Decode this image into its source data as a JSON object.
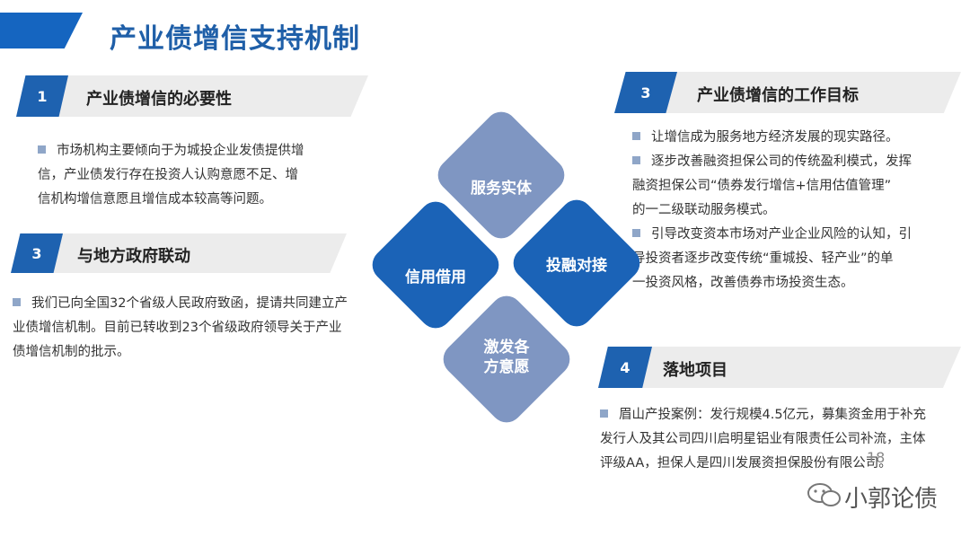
{
  "title": "产业债增信支持机制",
  "sections": [
    {
      "num": "1",
      "title": "产业债增信的必要性",
      "lines": [
        "市场机构主要倾向于为城投企业发债提供增",
        "信，产业债发行存在投资人认购意愿不足、增",
        "信机构增信意愿且增信成本较高等问题。"
      ]
    },
    {
      "num": "3",
      "title": "与地方政府联动",
      "lines": [
        "我们已向全国32个省级人民政府致函，提请共同建立产",
        "业债增信机制。目前已转收到23个省级政府领导关于产业",
        "债增信机制的批示。"
      ]
    },
    {
      "num": "3",
      "title": "产业债增信的工作目标",
      "bullets": [
        {
          "lines": [
            "让增信成为服务地方经济发展的现实路径。"
          ]
        },
        {
          "lines": [
            "逐步改善融资担保公司的传统盈利模式，发挥",
            "融资担保公司“债券发行增信+信用估值管理”",
            "的一二级联动服务模式。"
          ]
        },
        {
          "lines": [
            "引导改变资本市场对产业企业风险的认知，引",
            "导投资者逐步改变传统“重城投、轻产业”的单",
            "一投资风格，改善债券市场投资生态。"
          ]
        }
      ]
    },
    {
      "num": "4",
      "title": "落地项目",
      "lines": [
        "眉山产投案例：发行规模4.5亿元，募集资金用于补充",
        "发行人及其公司四川启明星铝业有限责任公司补流，主体",
        "评级AA，担保人是四川发展资担保股份有限公司。"
      ]
    }
  ],
  "diamonds": {
    "top": "服务实体",
    "right": "投融对接",
    "left": "信用借用",
    "bottom_line1": "激发各",
    "bottom_line2": "方意愿"
  },
  "page_number": "18",
  "watermark": "小郭论债"
}
